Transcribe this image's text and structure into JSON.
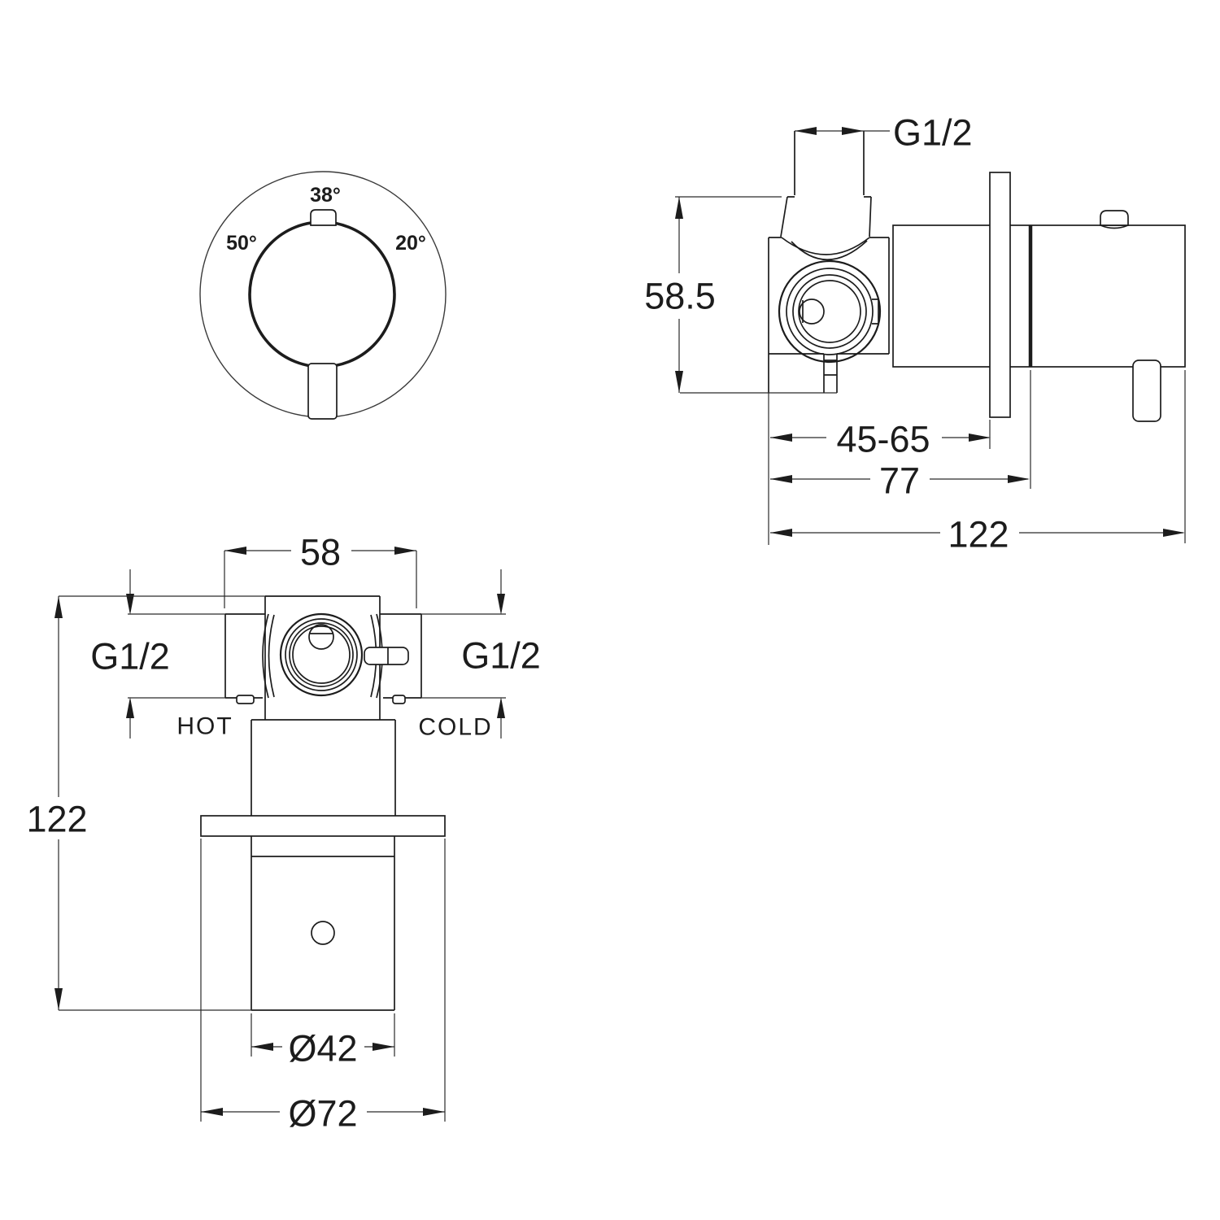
{
  "drawing": {
    "background_color": "#ffffff",
    "line_color": "#1c1c1c",
    "dial_view": {
      "label_top": "38°",
      "label_left": "50°",
      "label_right": "20°"
    },
    "side_view": {
      "thread_top": "G1/2",
      "height": "58.5",
      "depth_range": "45-65",
      "depth_to_joint": "77",
      "overall_length": "122"
    },
    "front_view": {
      "body_width": "58",
      "thread_left": "G1/2",
      "thread_right": "G1/2",
      "inlet_left": "HOT",
      "inlet_right": "COLD",
      "overall_height": "122",
      "sleeve_diameter": "Ø42",
      "plate_diameter": "Ø72"
    }
  }
}
